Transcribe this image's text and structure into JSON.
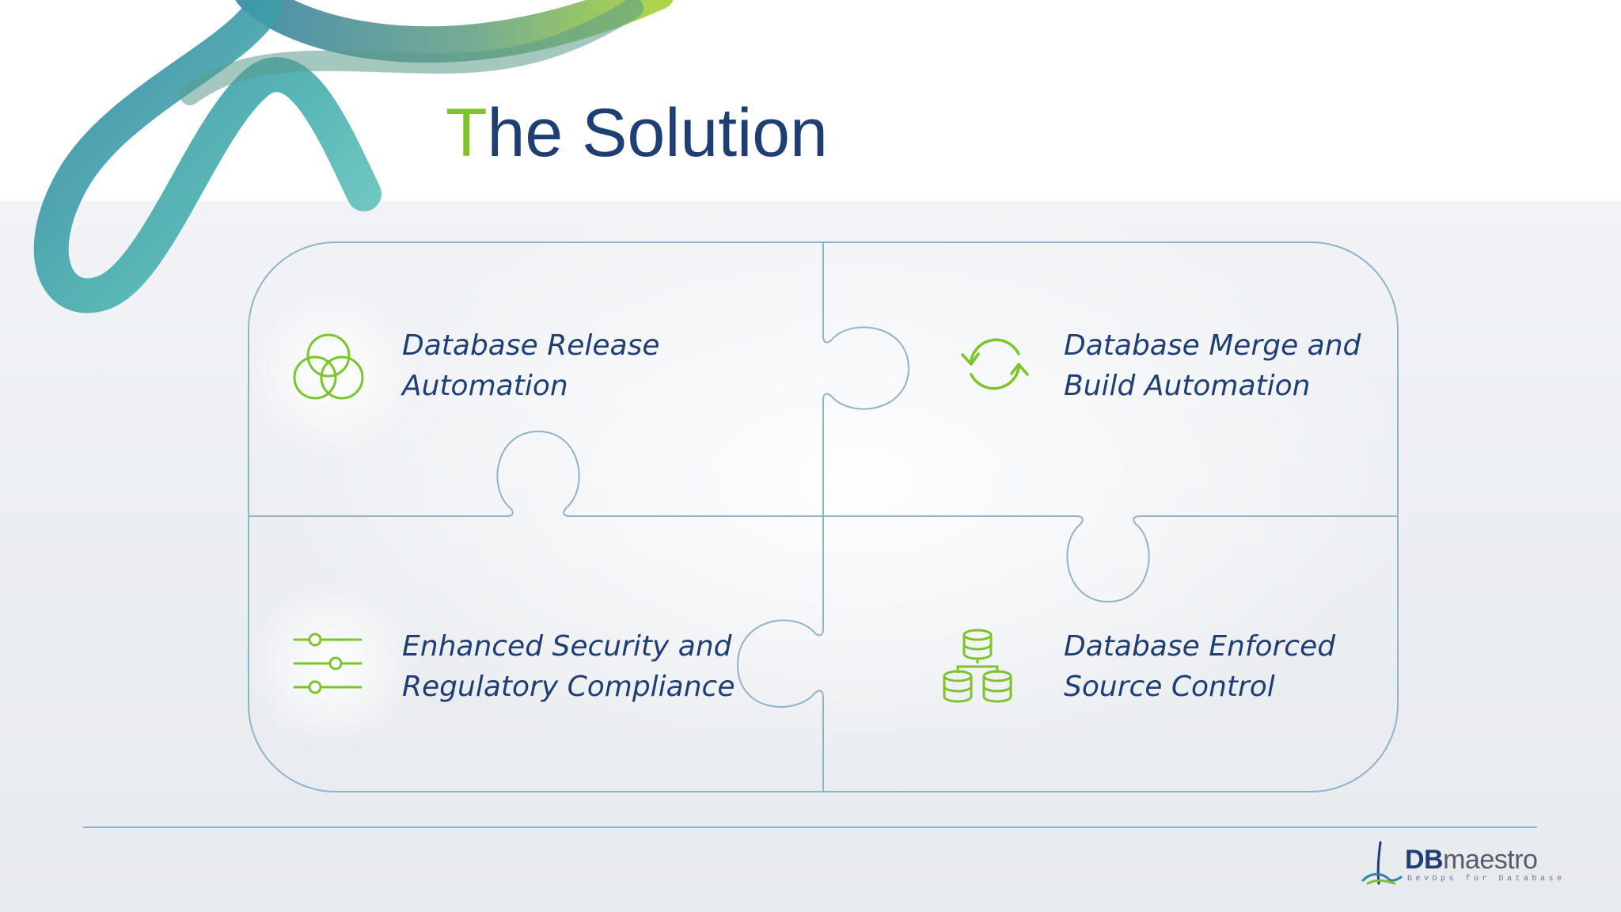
{
  "slide": {
    "title_initial": "T",
    "title_rest": "he Solution"
  },
  "pieces": [
    {
      "icon": "venn-circles-icon",
      "line1": "Database Release",
      "line2": "Automation"
    },
    {
      "icon": "refresh-arrows-icon",
      "line1": "Database Merge and",
      "line2": "Build Automation"
    },
    {
      "icon": "sliders-icon",
      "line1": "Enhanced Security and",
      "line2": "Regulatory Compliance"
    },
    {
      "icon": "database-stacks-icon",
      "line1": "Database Enforced",
      "line2": "Source Control"
    }
  ],
  "brand": {
    "name_bold": "DB",
    "name_light": "maestro",
    "tagline": "DevOps for Database"
  },
  "colors": {
    "accent_green": "#7cc42a",
    "title_blue": "#1f3f73",
    "puzzle_line": "#8fb3c8",
    "background_gray": "#e9ecf0"
  }
}
